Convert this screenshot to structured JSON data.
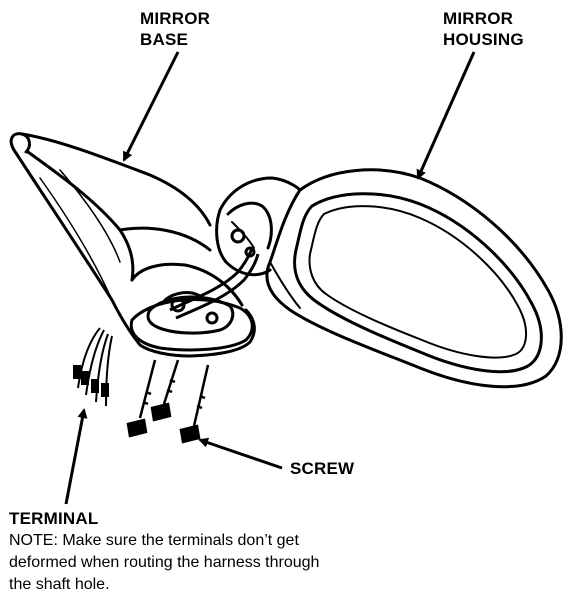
{
  "labels": {
    "mirror_base": [
      "MIRROR",
      "BASE"
    ],
    "mirror_housing": [
      "MIRROR",
      "HOUSING"
    ],
    "screw": "SCREW",
    "terminal": "TERMINAL"
  },
  "note": {
    "lines": [
      "NOTE:  Make sure the terminals don’t get",
      "deformed when routing the harness through",
      "the shaft hole."
    ]
  }
}
